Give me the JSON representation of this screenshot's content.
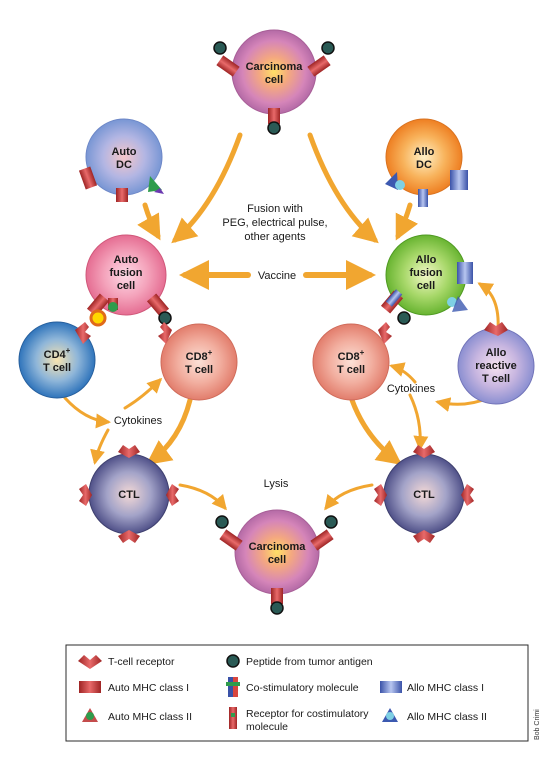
{
  "cells": {
    "carcinoma_top": {
      "line1": "Carcinoma",
      "line2": "cell"
    },
    "auto_dc": {
      "line1": "Auto",
      "line2": "DC"
    },
    "allo_dc": {
      "line1": "Allo",
      "line2": "DC"
    },
    "auto_fusion": {
      "line1": "Auto",
      "line2": "fusion",
      "line3": "cell"
    },
    "allo_fusion": {
      "line1": "Allo",
      "line2": "fusion",
      "line3": "cell"
    },
    "cd4": {
      "line1": "CD4",
      "sup": "+",
      "line2": "T cell"
    },
    "cd8_left": {
      "line1": "CD8",
      "sup": "+",
      "line2": "T cell"
    },
    "cd8_right": {
      "line1": "CD8",
      "sup": "+",
      "line2": "T cell"
    },
    "allo_reactive": {
      "line1": "Allo",
      "line2": "reactive",
      "line3": "T cell"
    },
    "ctl_left": {
      "line1": "CTL"
    },
    "ctl_right": {
      "line1": "CTL"
    },
    "carcinoma_bottom": {
      "line1": "Carcinoma",
      "line2": "cell"
    }
  },
  "labels": {
    "fusion_line1": "Fusion with",
    "fusion_line2": "PEG, electrical pulse,",
    "fusion_line3": "other agents",
    "vaccine": "Vaccine",
    "cytokines_left": "Cytokines",
    "cytokines_right": "Cytokines",
    "lysis": "Lysis"
  },
  "legend": {
    "tcr": "T-cell receptor",
    "peptide": "Peptide from tumor antigen",
    "auto_mhc1": "Auto MHC class I",
    "costim": "Co-stimulatory molecule",
    "allo_mhc1": "Allo MHC class I",
    "auto_mhc2": "Auto MHC class II",
    "receptor_line1": "Receptor for costimulatory",
    "receptor_line2": "molecule",
    "allo_mhc2": "Allo MHC class II"
  },
  "credit": "Bob Crimi",
  "colors": {
    "carcinoma": "#c77fb5",
    "auto_dc": "#8aa6dc",
    "allo_dc": "#f08a2c",
    "auto_fusion": "#ec7f9c",
    "allo_fusion": "#7cc742",
    "cd4": "#3f86c8",
    "cd8": "#e98d7d",
    "ctl": "#5e5f98",
    "arrow": "#f1a630",
    "tcr": "#c44c4c",
    "mhc": "#2f9c4c"
  }
}
